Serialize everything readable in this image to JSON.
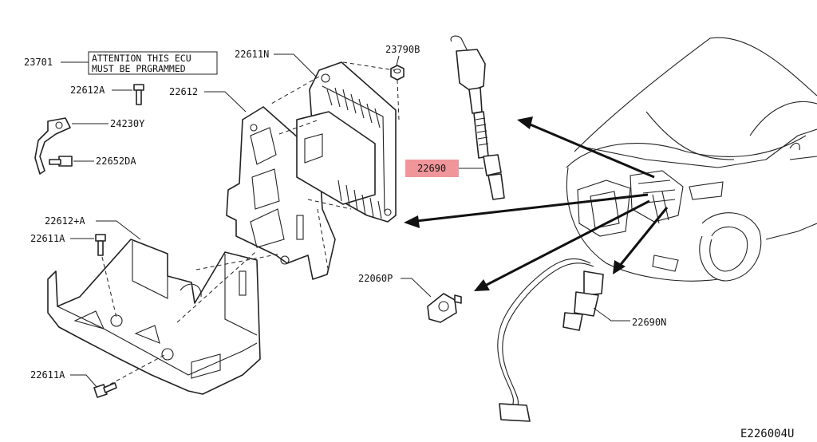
{
  "diagram": {
    "code": "E226004U",
    "highlight_color": "#f0969a",
    "warning": {
      "part": "23701",
      "line1": "ATTENTION THIS ECU",
      "line2": "MUST BE PRGRAMMED"
    },
    "labels": {
      "p22612A": "22612A",
      "p24230Y": "24230Y",
      "p22652DA": "22652DA",
      "p22611N": "22611N",
      "p22612": "22612",
      "p23790B": "23790B",
      "p22690": "22690",
      "p22612plusA": "22612+A",
      "p22611A_top": "22611A",
      "p22611A_bottom": "22611A",
      "p22060P": "22060P",
      "p22690N": "22690N"
    }
  }
}
